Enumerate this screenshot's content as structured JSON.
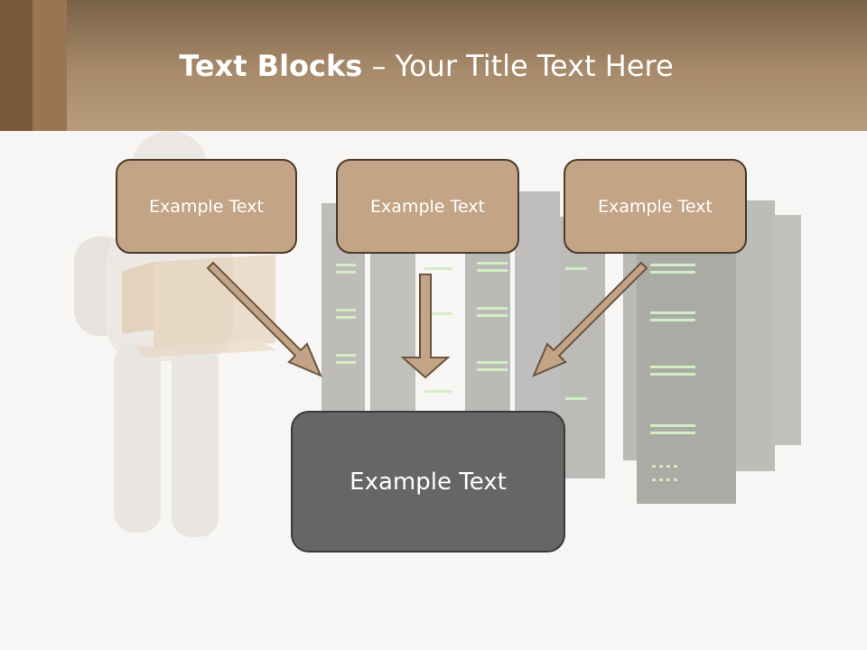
{
  "header": {
    "title_bold": "Text Blocks",
    "title_dash": " – ",
    "title_rest": "Your Title Text Here"
  },
  "blocks": {
    "top": [
      "Example Text",
      "Example Text",
      "Example Text"
    ],
    "main": "Example Text"
  },
  "colors": {
    "header": "#a88b6b",
    "block_fill": "#c4a486",
    "block_border": "#4b3a2a",
    "main_fill": "#666666",
    "arrow_fill": "#c4a486"
  },
  "icons": [
    "person-figure-icon",
    "cardboard-box-icon",
    "server-rack-icon"
  ]
}
